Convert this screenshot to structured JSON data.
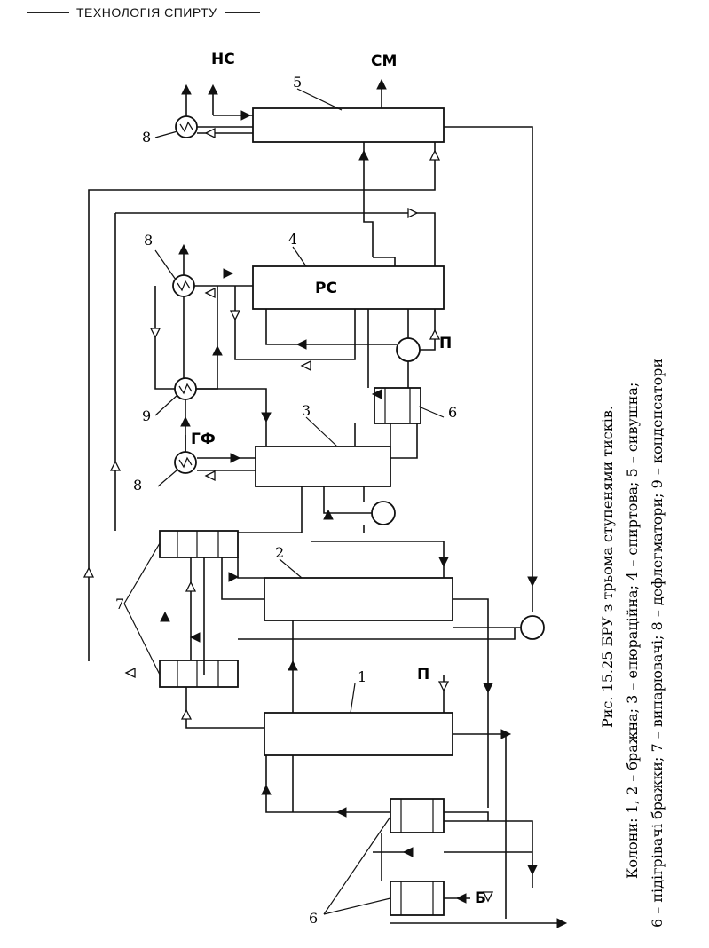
{
  "header": {
    "title": "ТЕХНОЛОГІЯ СПИРТУ"
  },
  "labels": {
    "nc": "НС",
    "cm": "СМ",
    "pc": "РС",
    "gf": "ГФ",
    "p1": "П",
    "p2": "П",
    "b": "Б"
  },
  "numbers": {
    "n1": "1",
    "n2": "2",
    "n3": "3",
    "n4": "4",
    "n5": "5",
    "n6a": "6",
    "n6b": "6",
    "n7": "7",
    "n8a": "8",
    "n8b": "8",
    "n8c": "8",
    "n9": "9"
  },
  "caption": {
    "line1": "Рис. 15.25 БРУ з трьома ступенями тисків.",
    "line2": "Колони: 1, 2 – бражна; 3 – епюраційна; 4 – спиртова; 5 – сивушна;",
    "line3": "6 – підігрівачі бражки; 7 – випарювачі; 8 – дефлегматори; 9 – конденсатори"
  }
}
